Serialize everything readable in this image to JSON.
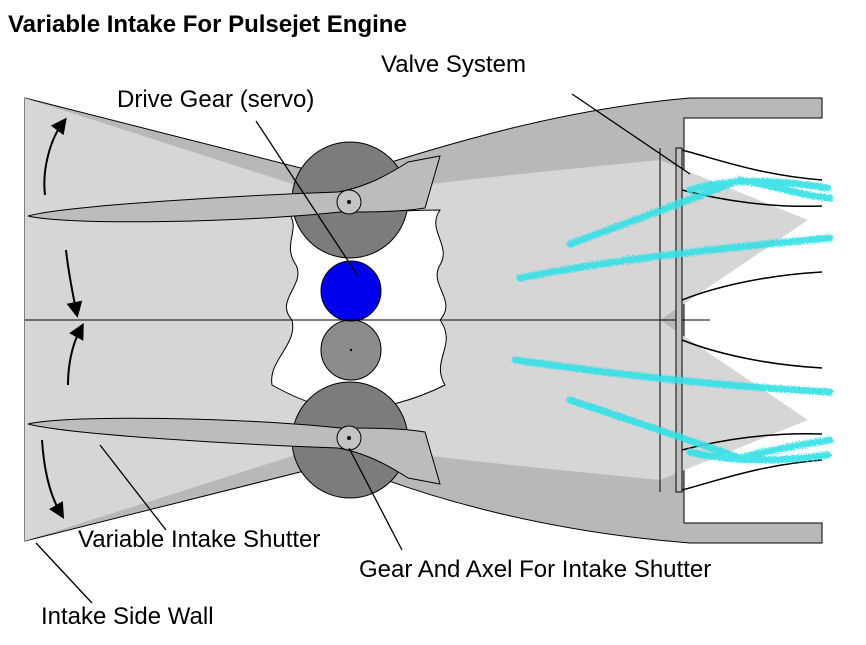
{
  "title": "Variable Intake For Pulsejet Engine",
  "labels": {
    "valve_system": "Valve System",
    "drive_gear": "Drive Gear (servo)",
    "variable_intake_shutter": "Variable Intake Shutter",
    "gear_and_axel": "Gear And Axel For Intake Shutter",
    "intake_side_wall": "Intake Side Wall"
  },
  "colors": {
    "body_fill": "#d6d6d6",
    "duct_fill": "#b8b8b8",
    "shutter_fill": "#bcbcbc",
    "gear_fill": "#7c7c7c",
    "drive_gear_fill": "#0000ee",
    "flow": "#33e0e6"
  }
}
